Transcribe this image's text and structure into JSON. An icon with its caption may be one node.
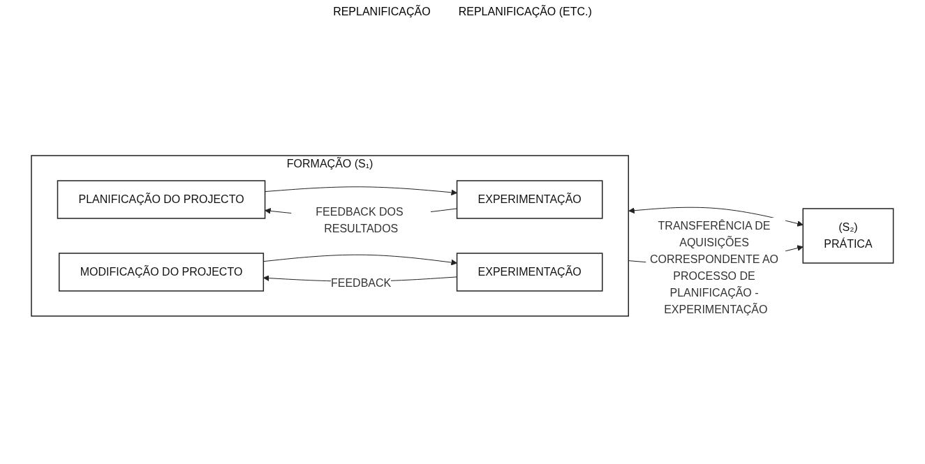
{
  "diagram": {
    "nodes": [
      {
        "text": [
          "FORMAÇÃO (S₁)"
        ]
      },
      {
        "text": [
          "(S₂)",
          "PRÁTICA"
        ]
      },
      {
        "text": [
          "PLANIFICAÇÃO DO PROJECTO"
        ],
        "in": 0
      },
      {
        "text": [
          "EXPERIMENTAÇÃO"
        ],
        "in": 0
      },
      {
        "text": [
          "MODIFICAÇÃO DO PROJECTO"
        ],
        "in": 0
      },
      {
        "text": [
          "EXPERIMENTAÇÃO"
        ],
        "in": 0
      }
    ],
    "edges": [
      {
        "from": 2,
        "to": 3,
        "arrow": "to"
      },
      {
        "from": 3,
        "to": 2,
        "arrow": "to",
        "label": "FEEDBACK DOS RESULTADOS"
      },
      {
        "from": 4,
        "to": 5,
        "arrow": "to"
      },
      {
        "from": 5,
        "to": 4,
        "arrow": "to",
        "label": "FEEDBACK"
      },
      {
        "from": 0,
        "to": 1,
        "arrow": "both"
      },
      {
        "from": 0,
        "to": 1,
        "arrow": "to",
        "label": "TRANSFERÊNCIA DE AQUISIÇÕES CORRESPONDENTE AO PROCESSO DE PLANIFICAÇÃO - EXPERIMENTAÇÃO"
      }
    ],
    "labels": [
      "REPLANIFICAÇÃO",
      "REPLANIFICAÇÃO (ETC.)"
    ]
  }
}
